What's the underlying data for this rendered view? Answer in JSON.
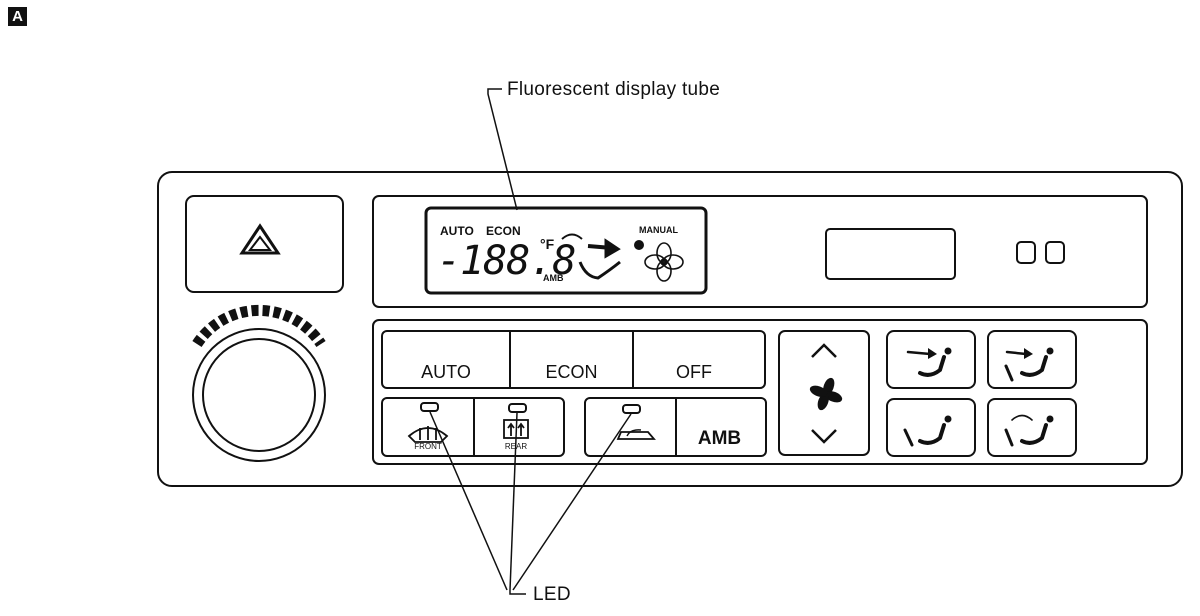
{
  "badge": "A",
  "callouts": {
    "display_tube": "Fluorescent display tube",
    "led": "LED"
  },
  "display": {
    "auto": "AUTO",
    "econ": "ECON",
    "manual": "MANUAL",
    "temp": "-188.8",
    "units": "°F",
    "amb": "AMB"
  },
  "buttons": {
    "auto": "AUTO",
    "econ": "ECON",
    "off": "OFF",
    "front": "FRONT",
    "rear": "REAR",
    "amb": "AMB"
  },
  "icons": {
    "hazard": "hazard-triangle-icon",
    "fan_up": "chevron-up-icon",
    "fan": "fan-icon",
    "fan_down": "chevron-down-icon",
    "front_defrost": "front-defroster-icon",
    "rear_defrost": "rear-defroster-icon",
    "recirc": "recirculation-icon",
    "vent": "vent-mode-icon",
    "bilevel": "bi-level-mode-icon",
    "foot": "foot-mode-icon",
    "foot_defrost": "foot-defrost-mode-icon"
  }
}
